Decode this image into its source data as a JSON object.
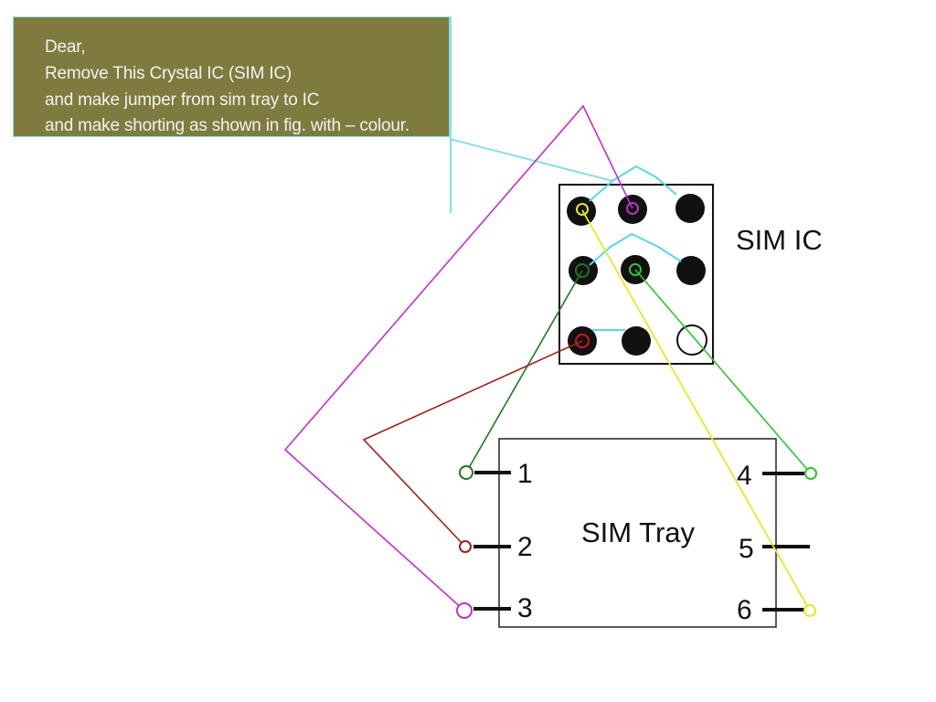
{
  "note": {
    "lines": [
      "Dear,",
      "Remove This Crystal IC (SIM IC)",
      "and make jumper from sim tray to IC",
      "and make shorting as shown in fig. with – colour."
    ]
  },
  "sim_ic": {
    "label": "SIM IC"
  },
  "sim_tray": {
    "label": "SIM Tray",
    "pins": {
      "p1": "1",
      "p2": "2",
      "p3": "3",
      "p4": "4",
      "p5": "5",
      "p6": "6"
    }
  },
  "colors": {
    "note_bg": "#7f7b3e",
    "note_text": "#f2f2f2",
    "shorting": "#55d8e8",
    "wire_magenta": "#c030c8",
    "wire_yellow": "#e8e820",
    "wire_green_dark": "#1f7a1f",
    "wire_green_light": "#33c233",
    "wire_red": "#a02018"
  }
}
